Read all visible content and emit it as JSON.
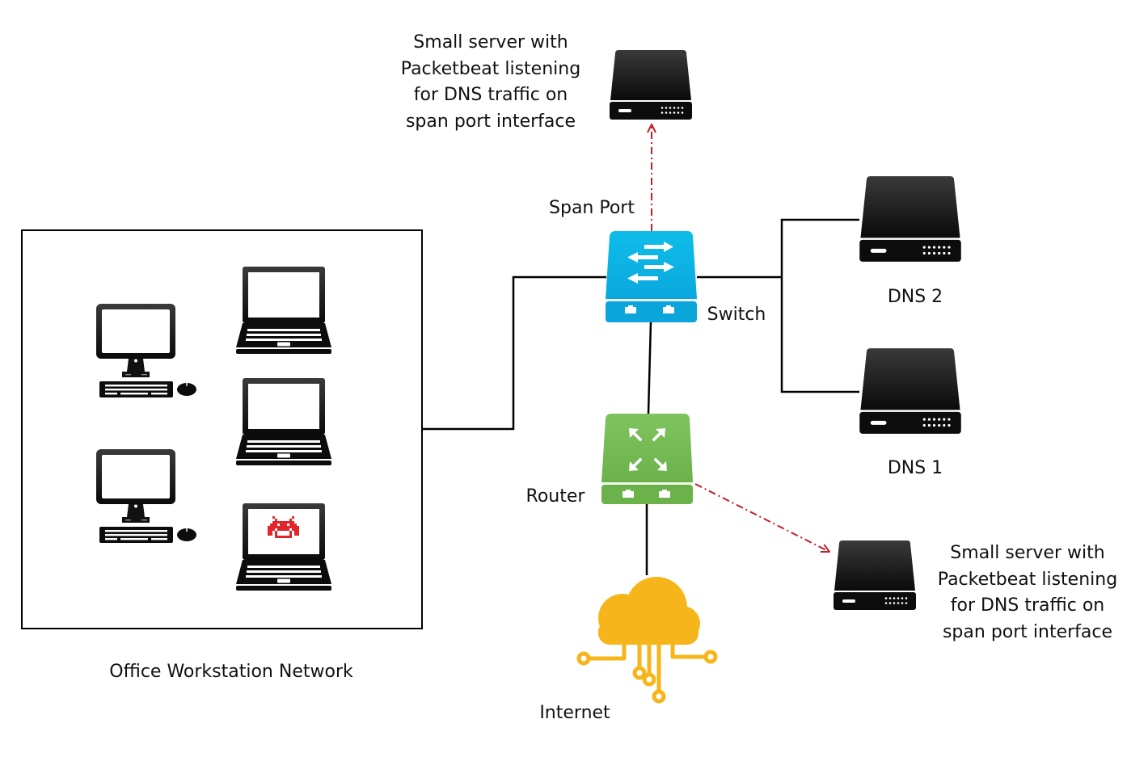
{
  "title": "DNS traffic monitoring with Packetbeat on span port",
  "colors": {
    "switch": "#16b5e6",
    "router": "#76bc55",
    "internet": "#f6b61b",
    "mirror_arrow": "#c41e2a",
    "device": "#1a1a1a",
    "malware": "#e0252b",
    "line": "#000000"
  },
  "nodes": {
    "top_sensor": {
      "icon": "server-icon",
      "caption_lines": [
        "Small server with",
        "Packetbeat listening",
        "for DNS traffic on",
        "span port interface"
      ]
    },
    "switch": {
      "icon": "switch-icon",
      "label": "Switch",
      "port_label": "Span Port"
    },
    "router": {
      "icon": "router-icon",
      "label": "Router"
    },
    "internet": {
      "icon": "cloud-circuit-icon",
      "label": "Internet"
    },
    "dns2": {
      "icon": "server-icon",
      "label": "DNS 2"
    },
    "dns1": {
      "icon": "server-icon",
      "label": "DNS 1"
    },
    "bottom_sensor": {
      "icon": "server-icon",
      "caption_lines": [
        "Small server with",
        "Packetbeat listening",
        "for DNS traffic on",
        "span port interface"
      ]
    },
    "office_network": {
      "label": "Office Workstation Network",
      "devices": [
        {
          "type": "desktop",
          "icon": "desktop-icon",
          "compromised": false
        },
        {
          "type": "desktop",
          "icon": "desktop-icon",
          "compromised": false
        },
        {
          "type": "laptop",
          "icon": "laptop-icon",
          "compromised": false
        },
        {
          "type": "laptop",
          "icon": "laptop-icon",
          "compromised": false
        },
        {
          "type": "laptop",
          "icon": "laptop-icon",
          "compromised": true,
          "badge_icon": "space-invader-malware-icon"
        }
      ]
    }
  },
  "links": [
    {
      "from": "office_network",
      "to": "switch",
      "style": "solid"
    },
    {
      "from": "switch",
      "to": "dns2",
      "style": "solid"
    },
    {
      "from": "switch",
      "to": "dns1",
      "style": "solid"
    },
    {
      "from": "switch",
      "to": "router",
      "style": "solid"
    },
    {
      "from": "router",
      "to": "internet",
      "style": "solid"
    },
    {
      "from": "switch",
      "to": "top_sensor",
      "style": "dash-dot",
      "label": "Span Port"
    },
    {
      "from": "router",
      "to": "bottom_sensor",
      "style": "dash-dot"
    }
  ]
}
